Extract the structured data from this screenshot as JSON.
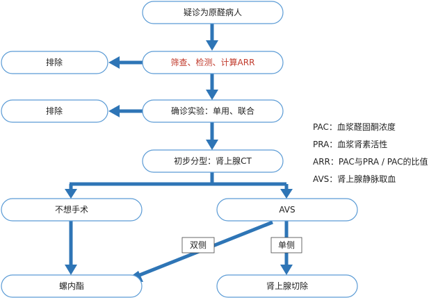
{
  "nodes": {
    "suspect": "疑诊为原醛病人",
    "screen": "筛查、检测、计算ARR",
    "exclude_1": "排除",
    "confirm": "确诊实验：单用、联合",
    "exclude_2": "排除",
    "classify": "初步分型：肾上腺CT",
    "no_surgery": "不想手术",
    "avs": "AVS",
    "spironolactone": "螺内酯",
    "adrenalectomy": "肾上腺切除"
  },
  "edge_labels": {
    "bilateral": "双侧",
    "unilateral": "单侧"
  },
  "legend": [
    "PAC：血浆醛固酮浓度",
    "PRA：血浆肾素活性",
    "ARR：PAC与PRA / PAC的比值",
    "AVS：肾上腺静脉取血"
  ],
  "colors": {
    "box_border": "#5b9bd5",
    "arrow": "#2e75b6",
    "accent_text": "#c0392b"
  }
}
